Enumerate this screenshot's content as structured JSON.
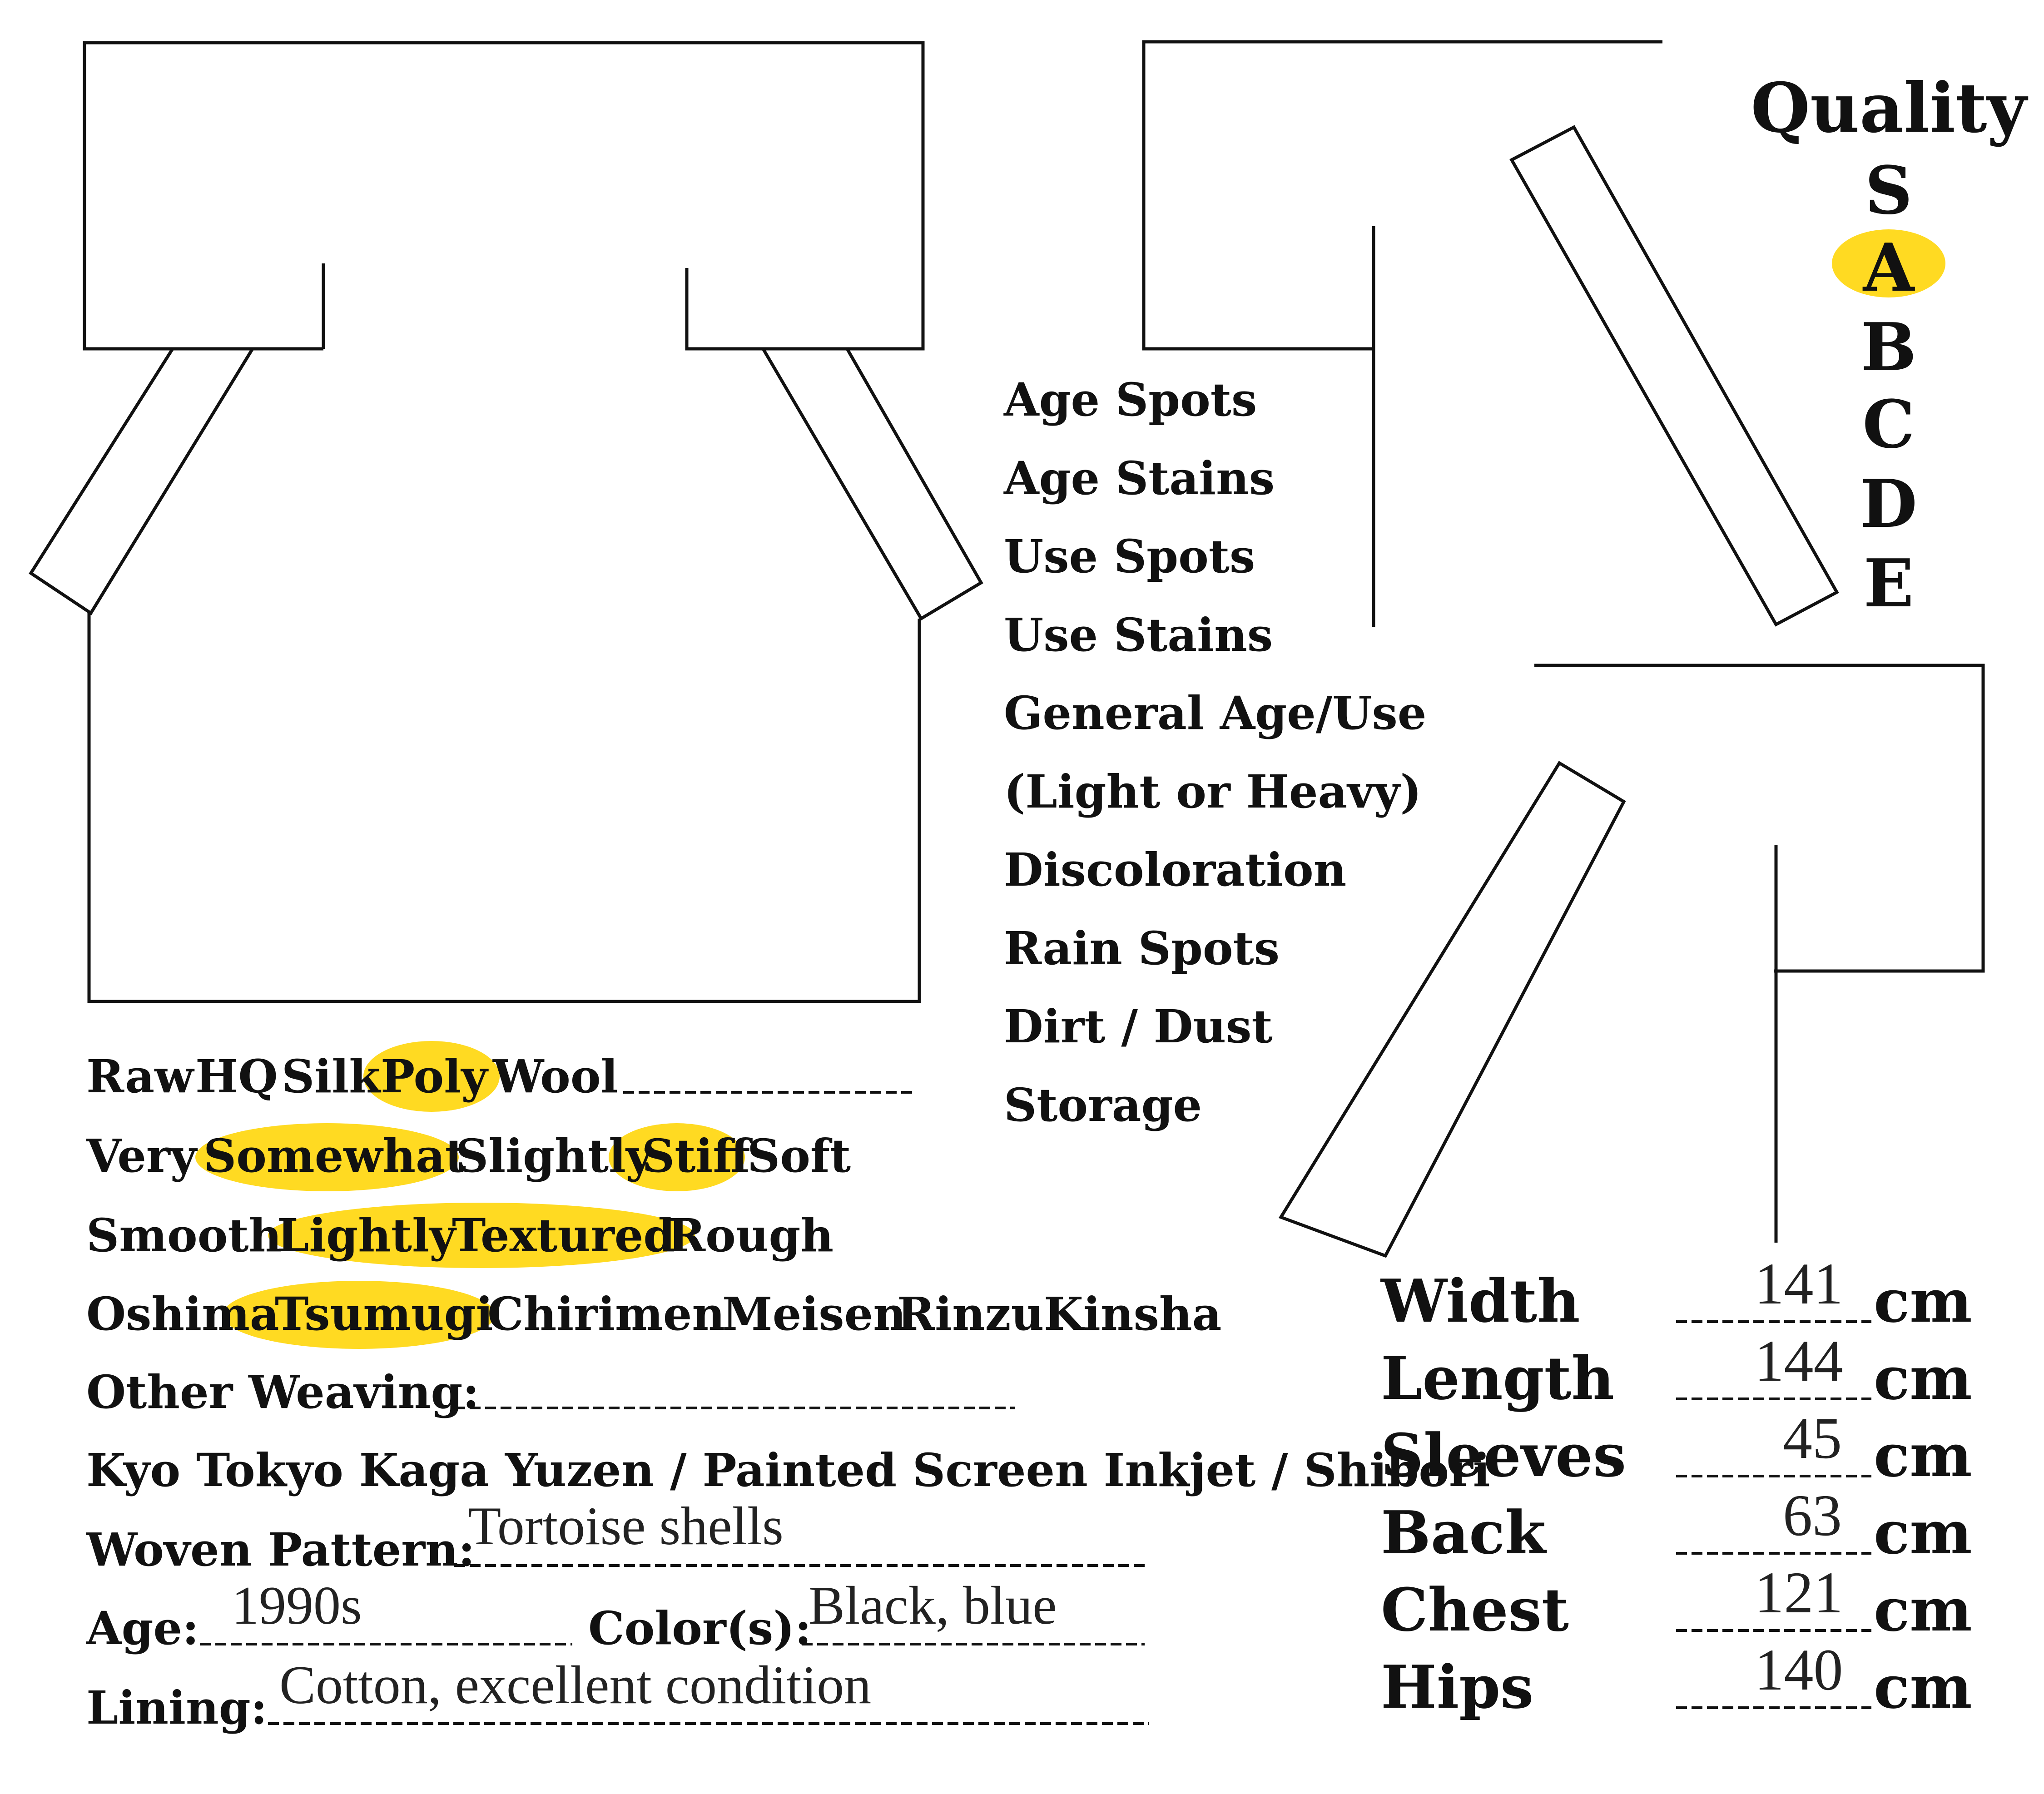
{
  "quality": {
    "title": "Quality",
    "grades": [
      "S",
      "A",
      "B",
      "C",
      "D",
      "E"
    ],
    "selected": "A"
  },
  "condition_items": [
    "Age Spots",
    "Age Stains",
    "Use Spots",
    "Use Stains",
    "General Age/Use",
    "(Light or Heavy)",
    "Discoloration",
    "Rain Spots",
    "Dirt / Dust",
    "Storage"
  ],
  "material": {
    "options": [
      "Raw",
      "HQ",
      "Silk",
      "Poly",
      "Wool"
    ],
    "selected": [
      "Poly"
    ]
  },
  "stiffness": {
    "options": [
      "Very",
      "Somewhat",
      "Slightly",
      "Stiff",
      "Soft"
    ],
    "selected": [
      "Somewhat",
      "Stiff"
    ]
  },
  "texture": {
    "options": [
      "Smooth",
      "Lightly",
      "Textured",
      "Rough"
    ],
    "selected": [
      "Lightly",
      "Textured"
    ]
  },
  "weaving": {
    "options": [
      "Oshima",
      "Tsumugi",
      "Chirimen",
      "Meisen",
      "Rinzu",
      "Kinsha"
    ],
    "selected": [
      "Tsumugi"
    ]
  },
  "other_weaving": {
    "label": "Other Weaving:",
    "value": ""
  },
  "dye_line": "Kyo Tokyo Kaga Yuzen / Painted Screen Inkjet / Shibori",
  "woven_pattern": {
    "label": "Woven Pattern:",
    "value": "Tortoise shells"
  },
  "age": {
    "label": "Age:",
    "value": "1990s"
  },
  "colors": {
    "label": "Color(s):",
    "value": "Black, blue"
  },
  "lining": {
    "label": "Lining:",
    "value": "Cotton, excellent condition"
  },
  "measurements": {
    "unit": "cm",
    "rows": [
      {
        "label": "Width",
        "value": "141"
      },
      {
        "label": "Length",
        "value": "144"
      },
      {
        "label": "Sleeves",
        "value": "45"
      },
      {
        "label": "Back",
        "value": "63"
      },
      {
        "label": "Chest",
        "value": "121"
      },
      {
        "label": "Hips",
        "value": "140"
      }
    ]
  },
  "colors_theme": {
    "highlight": "#ffd60a",
    "ink": "#111111"
  }
}
